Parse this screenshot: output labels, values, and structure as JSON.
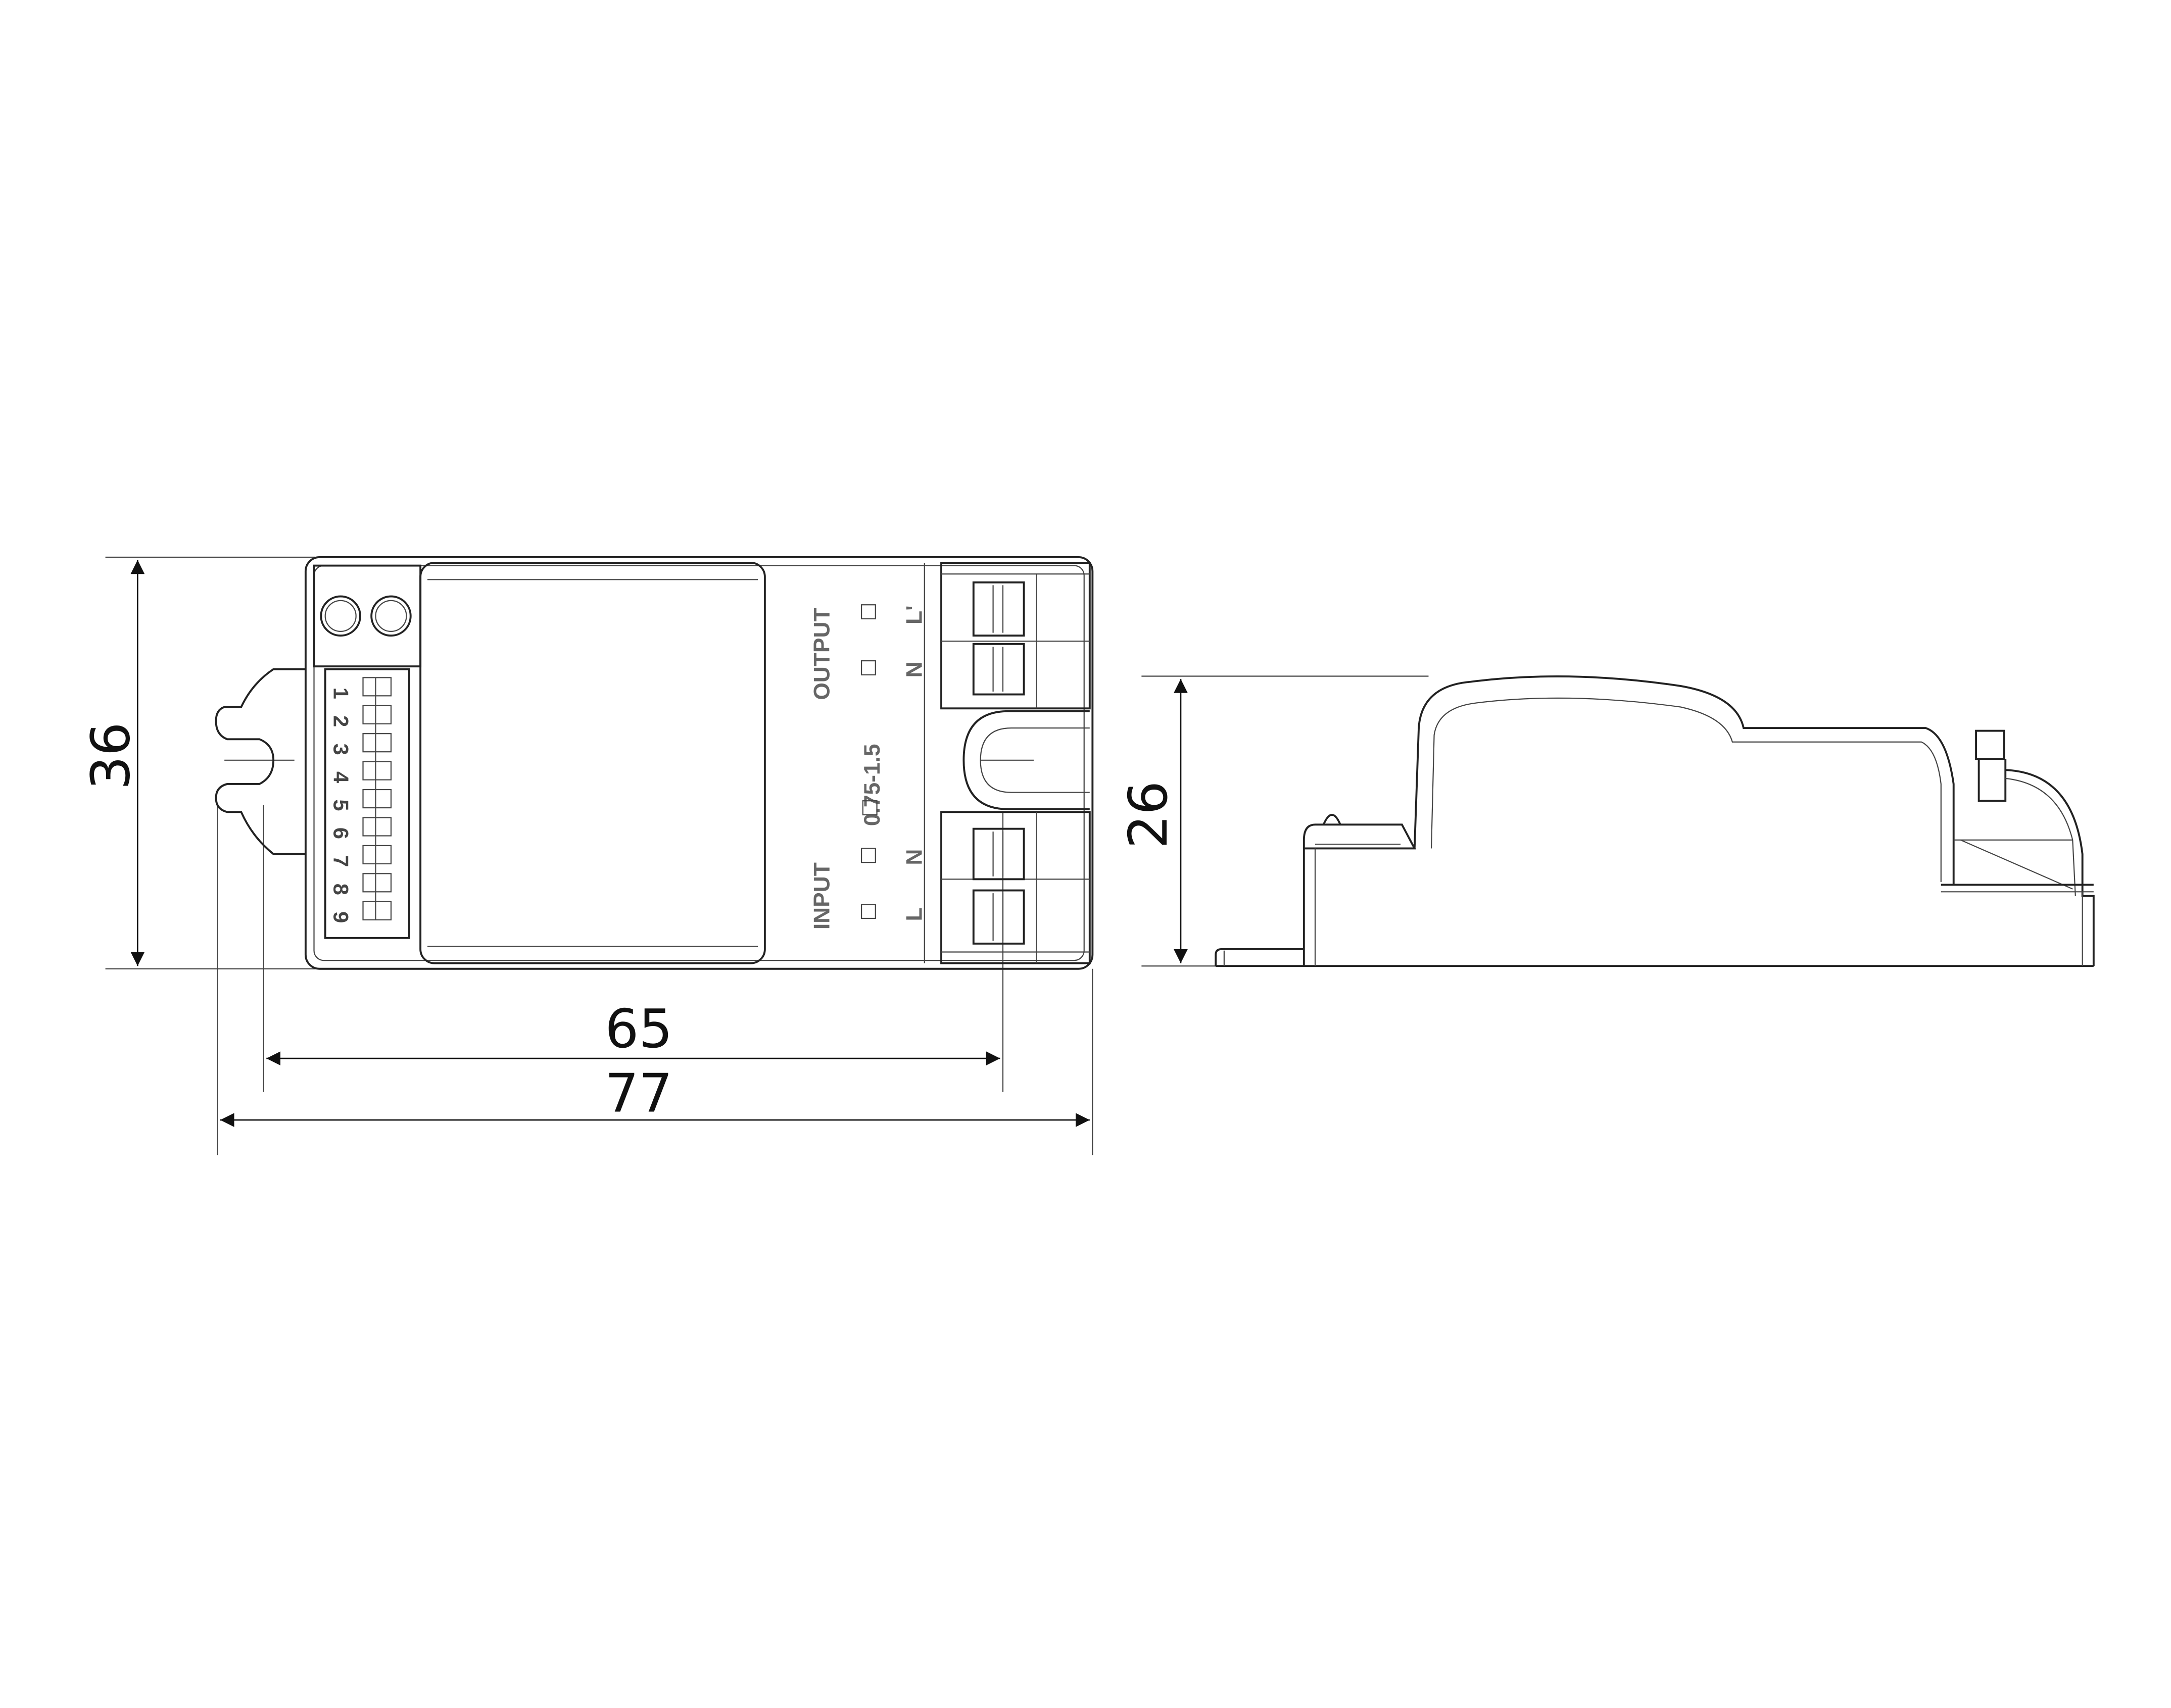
{
  "dimensions": {
    "height_top": "36",
    "length_inner": "65",
    "length_total": "77",
    "height_side": "26"
  },
  "labels": {
    "output": "OUTPUT",
    "input": "INPUT",
    "wire_section": "0.75-1.5",
    "out_l": "L'",
    "out_n": "N",
    "in_n": "N",
    "in_l": "L"
  },
  "dip_numbers": [
    "1",
    "2",
    "3",
    "4",
    "5",
    "6",
    "7",
    "8",
    "9"
  ]
}
